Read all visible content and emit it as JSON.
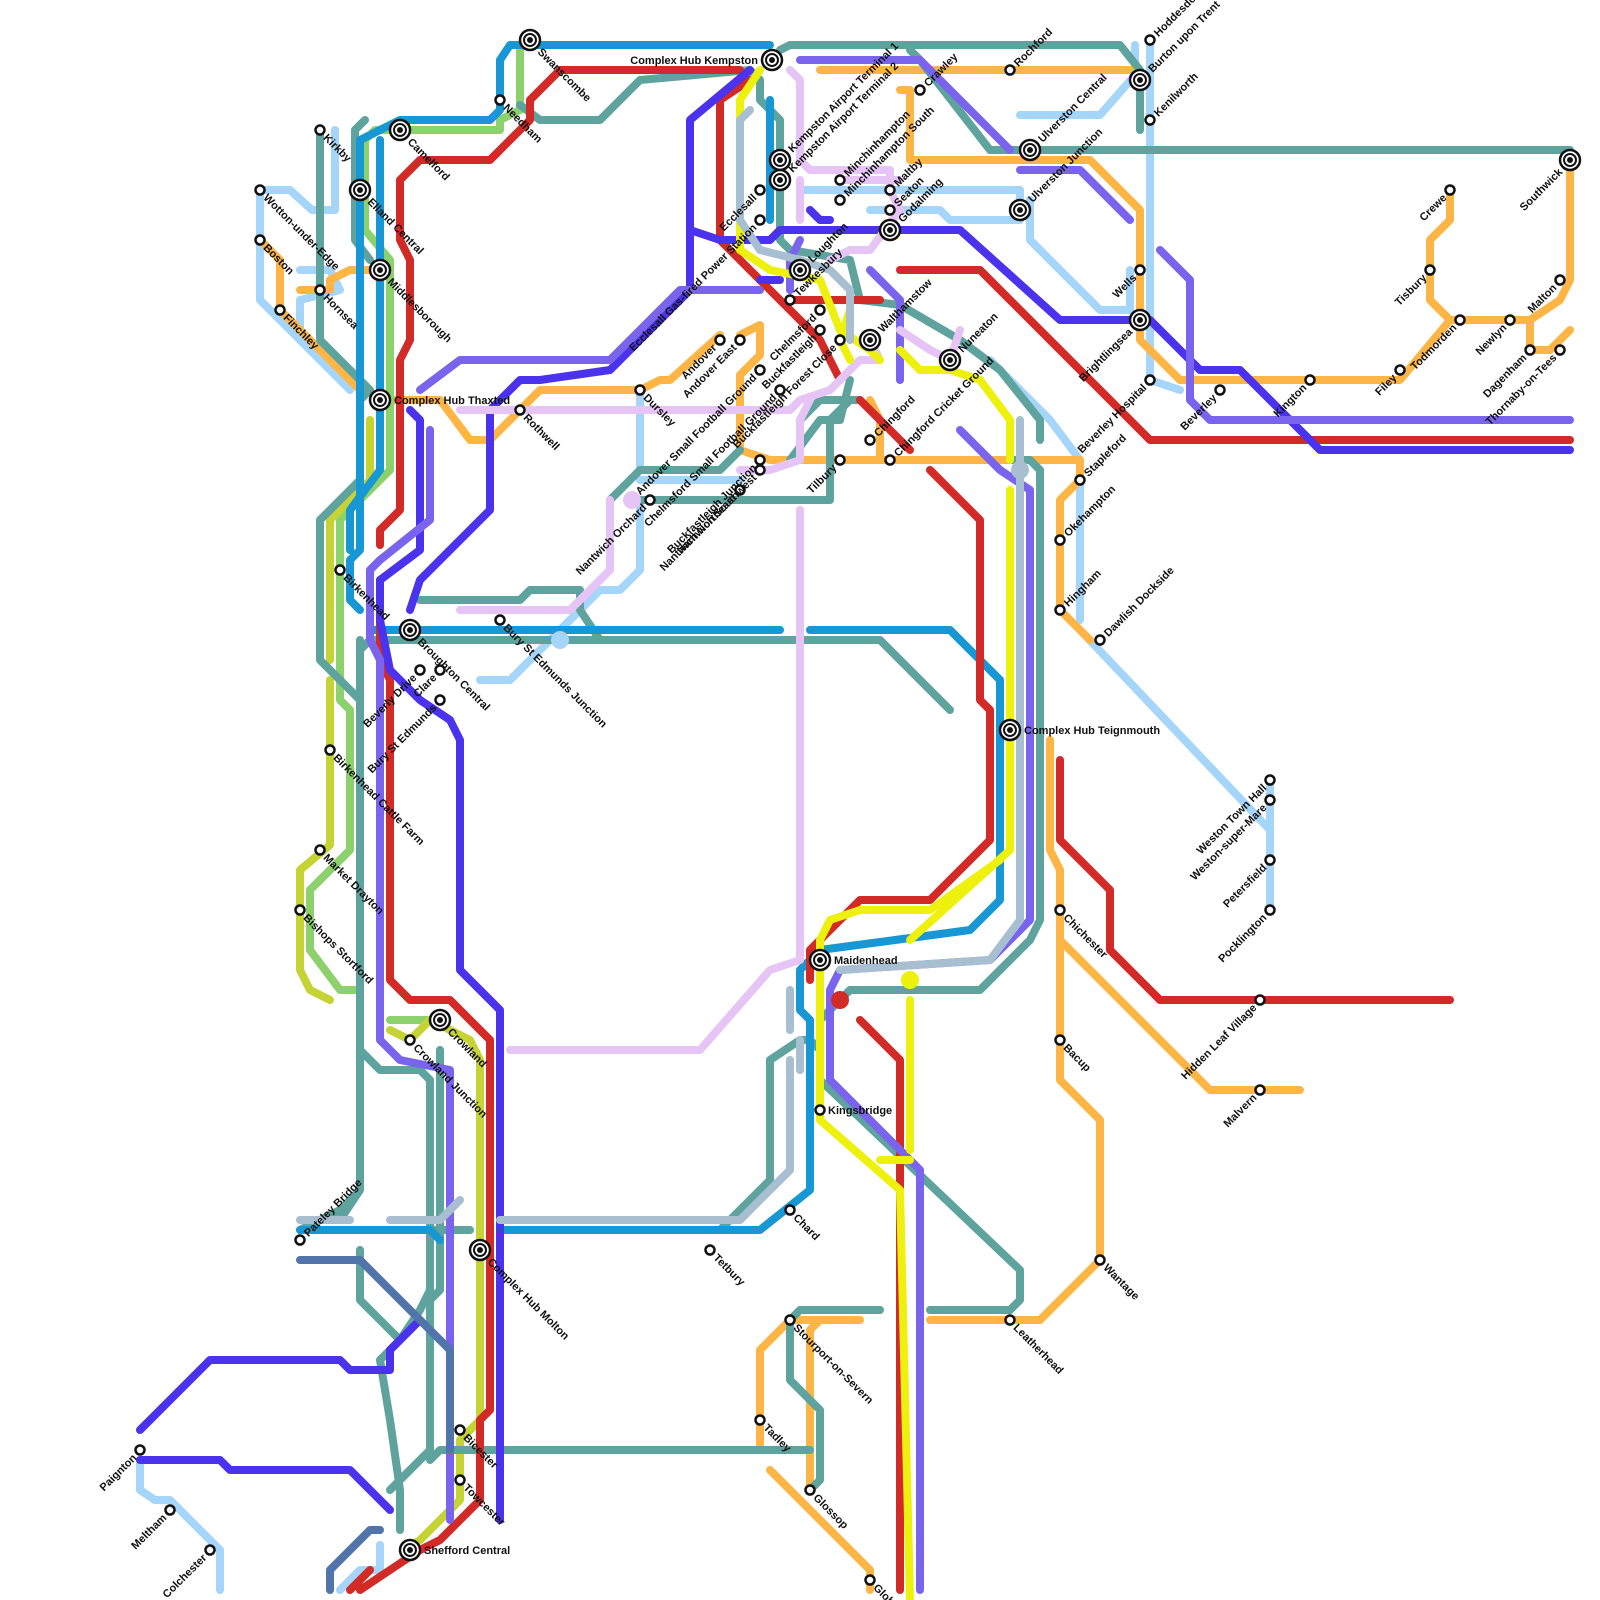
{
  "lines": {
    "colors": {
      "red": "#D12A27",
      "blue": "#1797D4",
      "lightgreen": "#8DD16D",
      "teal": "#5FA39E",
      "orange": "#FDB646",
      "skyblue": "#A5D5F9",
      "indigo": "#4B32ED",
      "violet": "#7A64EE",
      "lavender": "#E6C5F6",
      "yellow": "#EEF00E",
      "olive": "#C6D334",
      "slate": "#A8BFD1",
      "steel": "#5174AA"
    }
  },
  "stations": {
    "complex_hub_kempston": "Complex Hub Kempston",
    "swanscombe": "Swanscombe",
    "needham": "Needham",
    "camelford": "Camelford",
    "kirkby": "Kirkby",
    "elland_central": "Elland Central",
    "wotton_under_edge": "Wotton-under-Edge",
    "boston": "Boston",
    "middlesborough": "Middlesborough",
    "hornsea": "Hornsea",
    "finchley": "Finchley",
    "complex_hub_thaxted": "Complex Hub Thaxted",
    "rothwell": "Rothwell",
    "dursley": "Dursley",
    "andover": "Andover",
    "andover_east": "Andover East",
    "andover_small_football_ground": "Andover Small Football Ground",
    "chelmsford_small_football_ground": "Chelmsford Small Football Ground",
    "buckfastleigh_junction": "Buckfastleigh Junction",
    "chelmsford": "Chelmsford",
    "buckfastleigh": "Buckfastleigh",
    "buckfastleigh_forest_close": "Buckfastleigh Forest Close",
    "walthamstow": "Walthamstow",
    "nuneaton": "Nuneaton",
    "chingford": "Chingford",
    "chingford_cricket_ground": "Chingford Cricket Ground",
    "tilbury": "Tilbury",
    "nantwich_northeast": "Nantwich Northeast",
    "nantwich_southwest": "Nantwich Southwest",
    "nantwich_orchard": "Nantwich Orchard",
    "ecclesall": "Ecclesall",
    "ecclesall_gas_fired_power_station": "Ecclesall Gas-fired Power Station",
    "kempston_airport_terminal_1": "Kempston Airport Terminal 1",
    "kempston_airport_terminal_2": "Kempston Airport Terminal 2",
    "minchinhampton": "Minchinhampton",
    "minchinhampton_south": "Minchinhampton South",
    "maltby": "Maltby",
    "seaton": "Seaton",
    "godalming": "Godalming",
    "loughton": "Loughton",
    "tewkesbury": "Tewkesbury",
    "crawley": "Crawley",
    "rochford": "Rochford",
    "hoddesdon": "Hoddesdon",
    "burton_upon_trent": "Burton upon Trent",
    "kenilworth": "Kenilworth",
    "ulverston_central": "Ulverston Central",
    "ulverston_junction": "Ulverston Junction",
    "wells": "Wells",
    "brightlingsea": "Brightlingsea",
    "beverley_hospital": "Beverley Hospital",
    "beverley": "Beverley",
    "kington": "Kington",
    "southwick": "Southwick",
    "crewe": "Crewe",
    "tisbury": "Tisbury",
    "todmorden": "Todmorden",
    "newlyn": "Newlyn",
    "malton": "Malton",
    "dagenham": "Dagenham",
    "thornaby_on_tees": "Thornaby-on-Tees",
    "filey": "Filey",
    "stapleford": "Stapleford",
    "okehampton": "Okehampton",
    "hingham": "Hingham",
    "dawlish_dockside": "Dawlish Dockside",
    "complex_hub_teignmouth": "Complex Hub Teignmouth",
    "weston_town_hall": "Weston Town Hall",
    "weston_super_mare": "Weston-super-Mare",
    "petersfield": "Petersfield",
    "pocklington": "Pocklington",
    "chichester": "Chichester",
    "hidden_leaf_village": "Hidden Leaf Village",
    "bacup": "Bacup",
    "malvern": "Malvern",
    "wantage": "Wantage",
    "leatherhead": "Leatherhead",
    "maidenhead": "Maidenhead",
    "kingsbridge": "Kingsbridge",
    "chard": "Chard",
    "tetbury": "Tetbury",
    "stourport_on_severn": "Stourport-on-Severn",
    "tadley": "Tadley",
    "glossop": "Glossop",
    "globe": "Globe",
    "birkenhead": "Birkenhead",
    "broughton_central": "Broughton Central",
    "bury_st_edmunds_junction": "Bury St Edmunds Junction",
    "beverly_drive": "Beverly Drive",
    "clare": "Clare",
    "bury_st_edmunds": "Bury St Edmunds",
    "birkenhead_cattle_farm": "Birkenhead Cattle Farm",
    "market_drayton": "Market Drayton",
    "bishops_stortford": "Bishops Stortford",
    "crowland": "Crowland",
    "crowland_junction": "Crowland Junction",
    "complex_hub_molton": "Complex Hub Molton",
    "pateley_bridge": "Pateley Bridge",
    "bicester": "Bicester",
    "towcester": "Towcester",
    "shefford_central": "Shefford Central",
    "paignton": "Paignton",
    "meltham": "Meltham",
    "colchester": "Colchester"
  }
}
